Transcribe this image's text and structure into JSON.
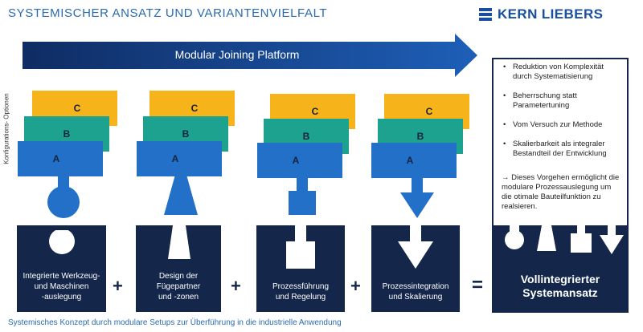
{
  "title": "SYSTEMISCHER ANSATZ UND VARIANTENVIELFALT",
  "logo": {
    "text": "KERN LIEBERS",
    "color": "#1a4fa0"
  },
  "platform_arrow": {
    "label": "Modular Joining Platform",
    "color": "#143f87"
  },
  "side_label": "Konfigurations- Optionen",
  "card_colors": {
    "A": "#2370c8",
    "B": "#1ca28f",
    "C": "#f6b31a",
    "dark": "#14274a"
  },
  "modules": [
    {
      "cards": [
        "C",
        "B",
        "A"
      ],
      "shape": "circle-stem",
      "label": "Integrierte Werkzeug-\nund Maschinen\n-auslegung"
    },
    {
      "cards": [
        "C",
        "B",
        "A"
      ],
      "shape": "trapezoid",
      "label": "Design der\nFügepartner\nund -zonen"
    },
    {
      "cards": [
        "C",
        "B",
        "A"
      ],
      "shape": "square-stem",
      "label": "Prozessführung\nund Regelung"
    },
    {
      "cards": [
        "C",
        "B",
        "A"
      ],
      "shape": "arrow-down",
      "label": "Prozessintegration\nund Skalierung"
    }
  ],
  "operators": {
    "plus": "+",
    "equals": "="
  },
  "benefits": [
    "Reduktion von Komplexität durch Systematisierung",
    "Beherrschung statt Parametertuning",
    "Vom Versuch zur Methode",
    "Skalierbarkeit als integraler Bestandteil der Entwicklung"
  ],
  "conclusion": "→ Dieses Vorgehen ermöglicht die modulare Prozessauslegung um die otimale Bauteilfunktion zu realsieren.",
  "result_label": "Vollintegrierter\nSystemansatz",
  "footer": "Systemisches Konzept durch modulare Setups zur Überführung in die industrielle Anwendung"
}
